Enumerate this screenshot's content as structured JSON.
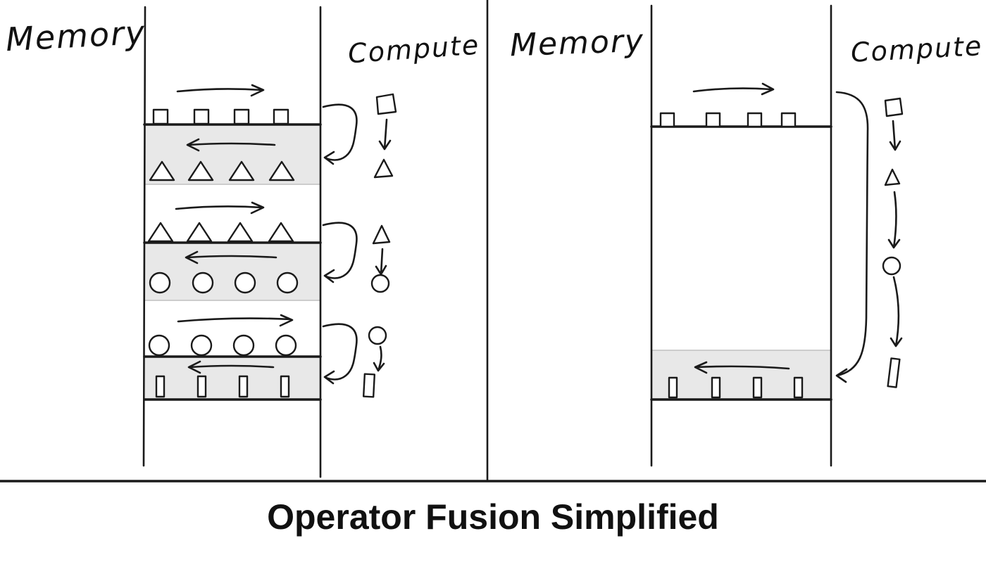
{
  "title": "Operator Fusion Simplified",
  "left_panel": {
    "memory_label": "Memory",
    "compute_label": "Compute",
    "stages": [
      {
        "read_shape": "square",
        "write_shape": "triangle"
      },
      {
        "read_shape": "triangle",
        "write_shape": "circle"
      },
      {
        "read_shape": "circle",
        "write_shape": "rectangle"
      }
    ]
  },
  "right_panel": {
    "memory_label": "Memory",
    "compute_label": "Compute",
    "fused_chain": [
      "square",
      "triangle",
      "circle",
      "rectangle"
    ]
  },
  "colors": {
    "stroke": "#1a1a1a",
    "band_fill": "#e8e8e8",
    "background": "#ffffff"
  }
}
